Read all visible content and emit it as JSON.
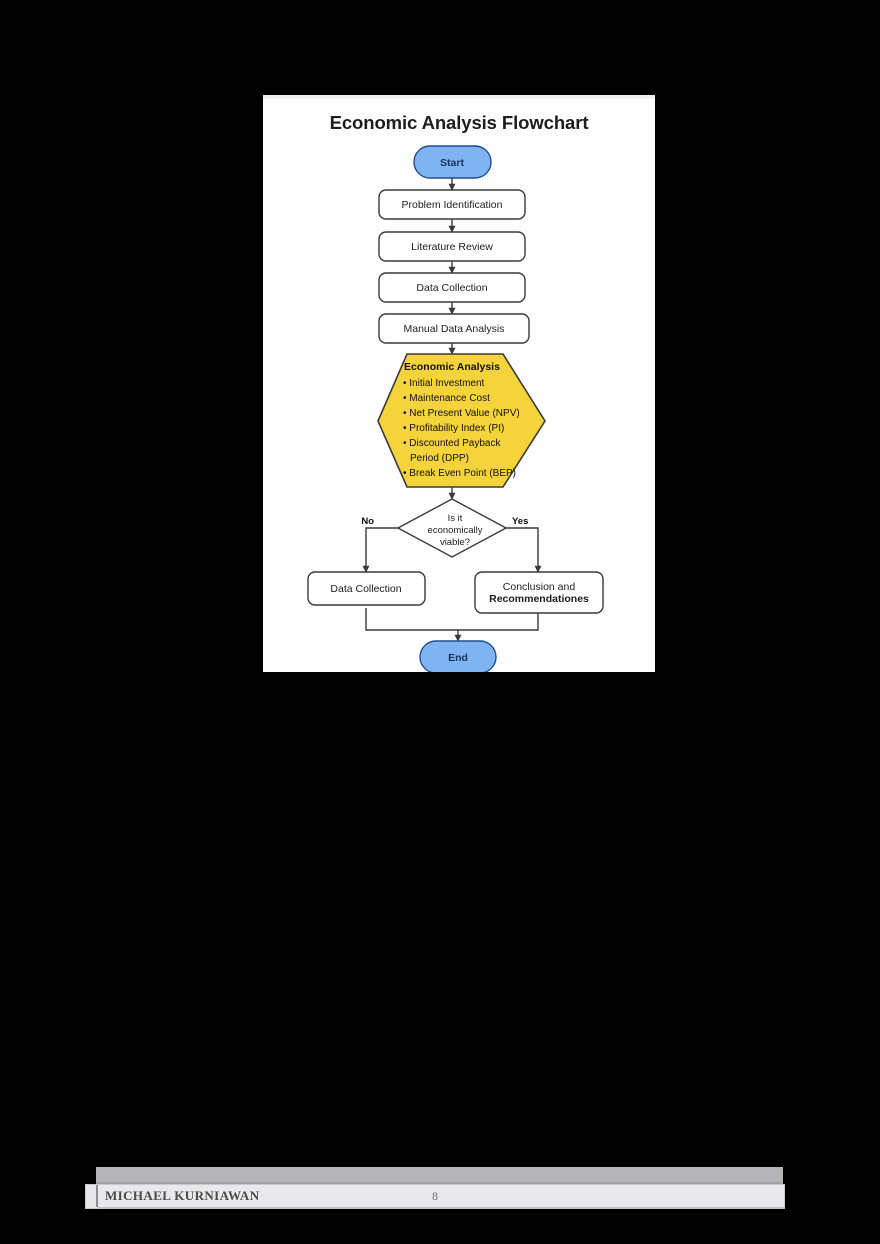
{
  "document": {
    "page_background": "#000000",
    "footer": {
      "author": "MICHAEL KURNIAWAN",
      "page_number": "8"
    }
  },
  "figure": {
    "title": "Economic Analysis Flowchart",
    "background": "#fdfdfd",
    "colors": {
      "terminal_fill": "#7FB3F2",
      "terminal_stroke": "#1f4e8c",
      "terminal_text": "#16335c",
      "process_fill": "#ffffff",
      "process_stroke": "#3a3a3a",
      "hexagon_fill": "#F5D33A",
      "hexagon_stroke": "#3a3a3a",
      "connector": "#3a3a3a"
    }
  },
  "chart_data": {
    "type": "diagram",
    "title": "Economic Analysis Flowchart",
    "nodes": [
      {
        "id": "start",
        "shape": "terminal",
        "label": "Start"
      },
      {
        "id": "problem",
        "shape": "process",
        "label": "Problem Identification"
      },
      {
        "id": "litrev",
        "shape": "process",
        "label": "Literature Review"
      },
      {
        "id": "datacol1",
        "shape": "process",
        "label": "Data Collection"
      },
      {
        "id": "manual",
        "shape": "process",
        "label": "Manual Data Analysis"
      },
      {
        "id": "econ",
        "shape": "hexagon",
        "label": "Economic Analysis"
      },
      {
        "id": "decision",
        "shape": "diamond",
        "label": "Is it economically viable?"
      },
      {
        "id": "datacol2",
        "shape": "process",
        "label": "Data Collection"
      },
      {
        "id": "conclude",
        "shape": "process",
        "label": "Conclusion and Recommendationes"
      },
      {
        "id": "end",
        "shape": "terminal",
        "label": "End"
      }
    ],
    "edges": [
      {
        "from": "start",
        "to": "problem",
        "label": ""
      },
      {
        "from": "problem",
        "to": "litrev",
        "label": ""
      },
      {
        "from": "litrev",
        "to": "datacol1",
        "label": ""
      },
      {
        "from": "datacol1",
        "to": "manual",
        "label": ""
      },
      {
        "from": "manual",
        "to": "econ",
        "label": ""
      },
      {
        "from": "econ",
        "to": "decision",
        "label": ""
      },
      {
        "from": "decision",
        "to": "datacol2",
        "label": "No"
      },
      {
        "from": "decision",
        "to": "conclude",
        "label": "Yes"
      },
      {
        "from": "datacol2",
        "to": "end",
        "label": ""
      },
      {
        "from": "conclude",
        "to": "end",
        "label": ""
      }
    ]
  },
  "nodes": {
    "start": "Start",
    "problem_identification": "Problem Identification",
    "literature_review": "Literature Review",
    "data_collection_1": "Data Collection",
    "manual_data_analysis": "Manual Data Analysis",
    "data_collection_2": "Data Collection",
    "end": "End"
  },
  "hexagon": {
    "title": "Economic Analysis",
    "items": [
      "• Initial Investment",
      "• Maintenance Cost",
      "• Net Present Value (NPV)",
      "• Profitability Index (PI)",
      "• Discounted Payback",
      "Period (DPP)",
      "• Break Even Point (BEP)"
    ]
  },
  "decision": {
    "line1": "Is it",
    "line2": "economically",
    "line3": "viable?",
    "label_no": "No",
    "label_yes": "Yes"
  },
  "conclusion": {
    "line1": "Conclusion and",
    "line2": "Recommendationes"
  }
}
